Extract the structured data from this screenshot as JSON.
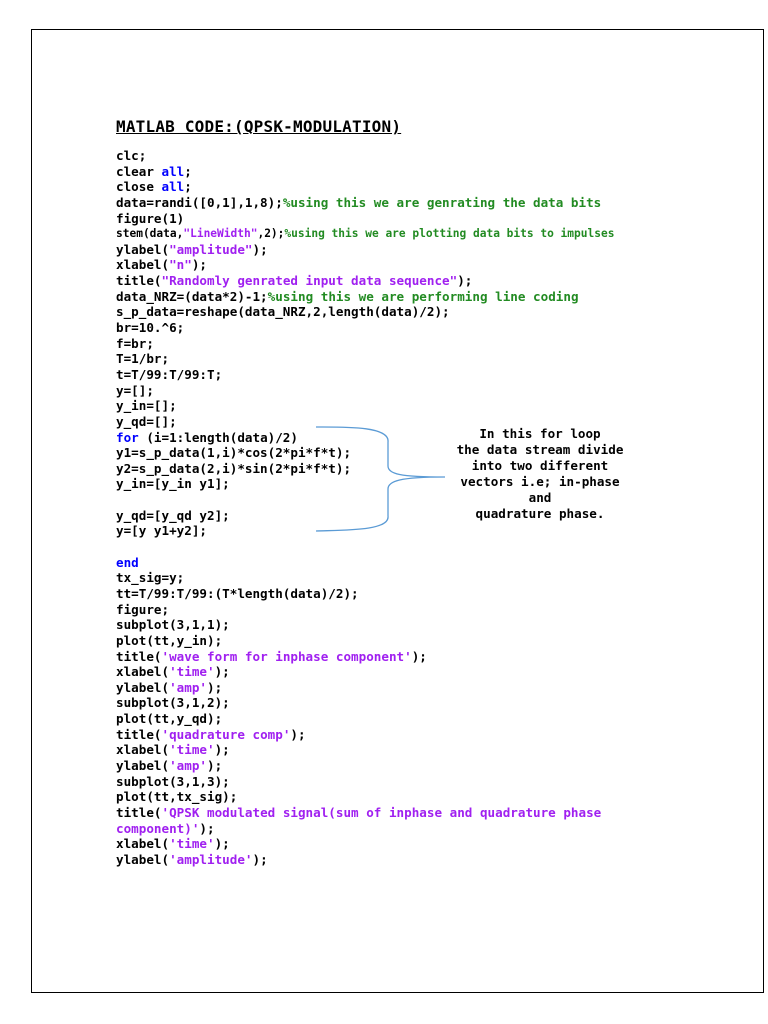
{
  "heading": "MATLAB CODE:(QPSK-MODULATION)",
  "note_lines": [
    "In this for loop",
    "the data stream divide",
    "into two different",
    "vectors i.e; in-phase",
    "and",
    "quadrature phase."
  ],
  "code_lines": [
    {
      "segments": [
        {
          "t": "clc;"
        }
      ]
    },
    {
      "segments": [
        {
          "t": "clear "
        },
        {
          "t": "all",
          "c": "kw"
        },
        {
          "t": ";"
        }
      ]
    },
    {
      "segments": [
        {
          "t": "close "
        },
        {
          "t": "all",
          "c": "kw"
        },
        {
          "t": ";"
        }
      ]
    },
    {
      "segments": [
        {
          "t": "data=randi([0,1],1,8);"
        },
        {
          "t": "%using this we are genrating the data bits",
          "c": "cmt"
        }
      ]
    },
    {
      "segments": [
        {
          "t": "figure(1)"
        }
      ]
    },
    {
      "small": true,
      "segments": [
        {
          "t": "stem(data,"
        },
        {
          "t": "\"LineWidth\"",
          "c": "str"
        },
        {
          "t": ",2);"
        },
        {
          "t": "%using this we are plotting data bits to impulses",
          "c": "cmt"
        }
      ]
    },
    {
      "segments": [
        {
          "t": "ylabel("
        },
        {
          "t": "\"amplitude\"",
          "c": "str"
        },
        {
          "t": ");"
        }
      ]
    },
    {
      "segments": [
        {
          "t": "xlabel("
        },
        {
          "t": "\"n\"",
          "c": "str"
        },
        {
          "t": ");"
        }
      ]
    },
    {
      "segments": [
        {
          "t": "title("
        },
        {
          "t": "\"Randomly genrated input data sequence\"",
          "c": "str"
        },
        {
          "t": ");"
        }
      ]
    },
    {
      "segments": [
        {
          "t": "data_NRZ=(data*2)-1;"
        },
        {
          "t": "%using this we are performing line coding",
          "c": "cmt"
        }
      ]
    },
    {
      "segments": [
        {
          "t": "s_p_data=reshape(data_NRZ,2,length(data)/2);"
        }
      ]
    },
    {
      "segments": [
        {
          "t": "br=10.^6;"
        }
      ]
    },
    {
      "segments": [
        {
          "t": "f=br;"
        }
      ]
    },
    {
      "segments": [
        {
          "t": "T=1/br;"
        }
      ]
    },
    {
      "segments": [
        {
          "t": "t=T/99:T/99:T;"
        }
      ]
    },
    {
      "segments": [
        {
          "t": "y=[];"
        }
      ]
    },
    {
      "segments": [
        {
          "t": "y_in=[];"
        }
      ]
    },
    {
      "segments": [
        {
          "t": "y_qd=[];"
        }
      ]
    },
    {
      "segments": [
        {
          "t": "for",
          "c": "kw"
        },
        {
          "t": " (i=1:length(data)/2)"
        }
      ]
    },
    {
      "segments": [
        {
          "t": "y1=s_p_data(1,i)*cos(2*pi*f*t);"
        }
      ]
    },
    {
      "segments": [
        {
          "t": "y2=s_p_data(2,i)*sin(2*pi*f*t);"
        }
      ]
    },
    {
      "segments": [
        {
          "t": "y_in=[y_in y1];"
        }
      ]
    },
    {
      "segments": [
        {
          "t": ""
        }
      ]
    },
    {
      "segments": [
        {
          "t": "y_qd=[y_qd y2];"
        }
      ]
    },
    {
      "segments": [
        {
          "t": "y=[y y1+y2];"
        }
      ]
    },
    {
      "segments": [
        {
          "t": ""
        }
      ]
    },
    {
      "segments": [
        {
          "t": "end",
          "c": "kw"
        }
      ]
    },
    {
      "segments": [
        {
          "t": "tx_sig=y;"
        }
      ]
    },
    {
      "segments": [
        {
          "t": "tt=T/99:T/99:(T*length(data)/2);"
        }
      ]
    },
    {
      "segments": [
        {
          "t": "figure;"
        }
      ]
    },
    {
      "segments": [
        {
          "t": "subplot(3,1,1);"
        }
      ]
    },
    {
      "segments": [
        {
          "t": "plot(tt,y_in);"
        }
      ]
    },
    {
      "segments": [
        {
          "t": "title("
        },
        {
          "t": "'wave form for inphase component'",
          "c": "str"
        },
        {
          "t": ");"
        }
      ]
    },
    {
      "segments": [
        {
          "t": "xlabel("
        },
        {
          "t": "'time'",
          "c": "str"
        },
        {
          "t": ");"
        }
      ]
    },
    {
      "segments": [
        {
          "t": "ylabel("
        },
        {
          "t": "'amp'",
          "c": "str"
        },
        {
          "t": ");"
        }
      ]
    },
    {
      "segments": [
        {
          "t": "subplot(3,1,2);"
        }
      ]
    },
    {
      "segments": [
        {
          "t": "plot(tt,y_qd);"
        }
      ]
    },
    {
      "segments": [
        {
          "t": "title("
        },
        {
          "t": "'quadrature comp'",
          "c": "str"
        },
        {
          "t": ");"
        }
      ]
    },
    {
      "segments": [
        {
          "t": "xlabel("
        },
        {
          "t": "'time'",
          "c": "str"
        },
        {
          "t": ");"
        }
      ]
    },
    {
      "segments": [
        {
          "t": "ylabel("
        },
        {
          "t": "'amp'",
          "c": "str"
        },
        {
          "t": ");"
        }
      ]
    },
    {
      "segments": [
        {
          "t": "subplot(3,1,3);"
        }
      ]
    },
    {
      "segments": [
        {
          "t": "plot(tt,tx_sig);"
        }
      ]
    },
    {
      "segments": [
        {
          "t": "title("
        },
        {
          "t": "'QPSK modulated signal(sum of inphase and quadrature phase",
          "c": "str"
        }
      ]
    },
    {
      "segments": [
        {
          "t": "component)'",
          "c": "str"
        },
        {
          "t": ");"
        }
      ]
    },
    {
      "segments": [
        {
          "t": "xlabel("
        },
        {
          "t": "'time'",
          "c": "str"
        },
        {
          "t": ");"
        }
      ]
    },
    {
      "segments": [
        {
          "t": "ylabel("
        },
        {
          "t": "'amplitude'",
          "c": "str"
        },
        {
          "t": ");"
        }
      ]
    }
  ],
  "colors": {
    "keyword": "#0000ff",
    "string": "#a020f0",
    "comment": "#228b22",
    "brace": "#5b9bd5"
  }
}
